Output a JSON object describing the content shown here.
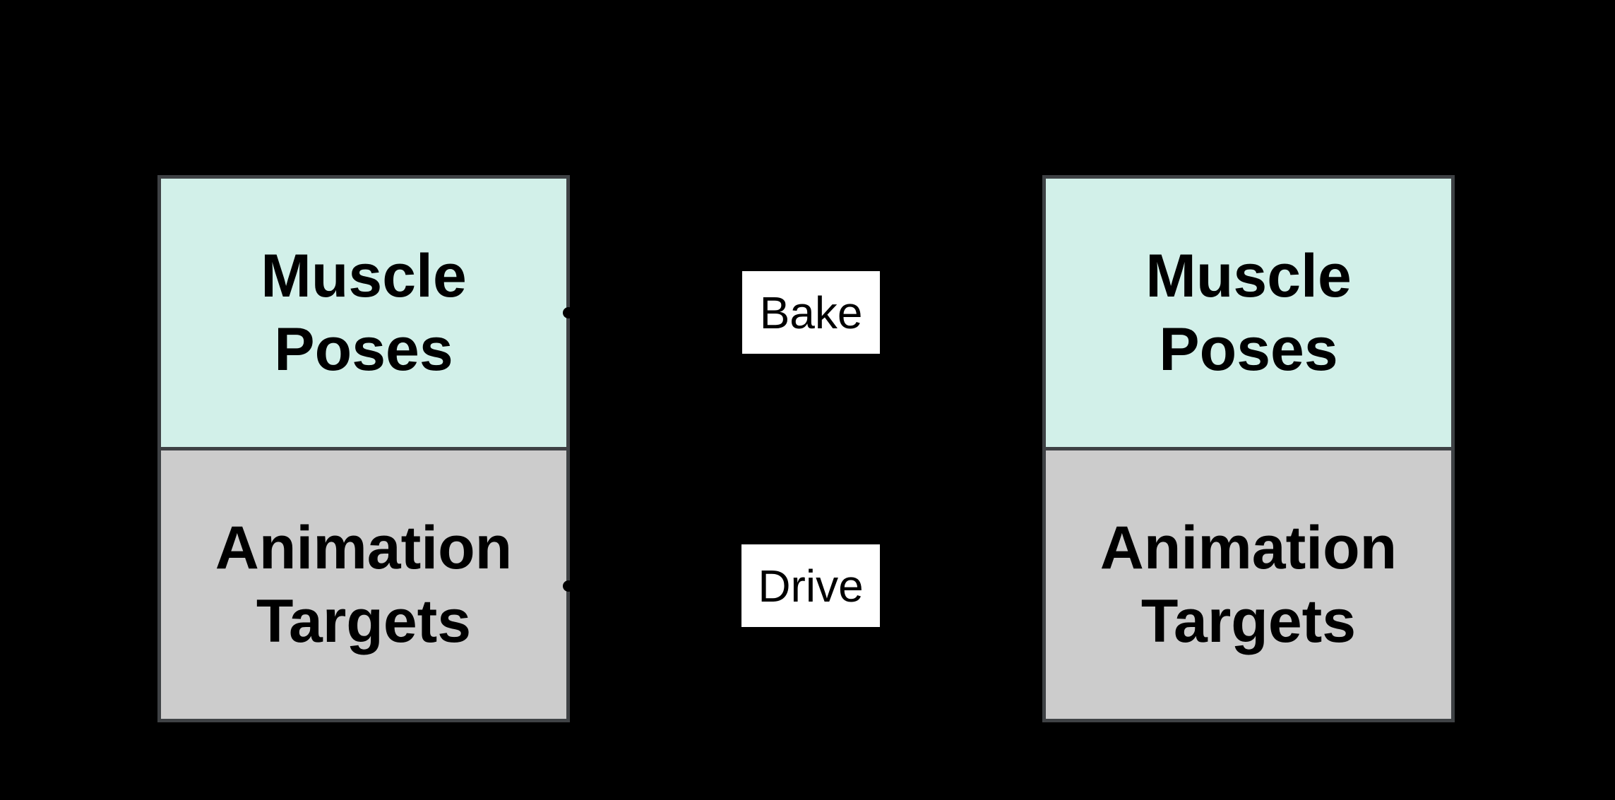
{
  "diagram": {
    "background": "#000000",
    "colors": {
      "box_border": "#3f4245",
      "muscle_poses_fill": "#d2f0e9",
      "animation_targets_fill": "#cccccc",
      "edge_label_bg": "#ffffff",
      "text": "#000000",
      "connector_dot": "#000000"
    },
    "boxes": [
      {
        "name": "left",
        "sections": [
          {
            "label": "Muscle\nPoses"
          },
          {
            "label": "Animation\nTargets"
          }
        ]
      },
      {
        "name": "right",
        "sections": [
          {
            "label": "Muscle\nPoses"
          },
          {
            "label": "Animation\nTargets"
          }
        ]
      }
    ],
    "connectors": [
      {
        "label": "Bake"
      },
      {
        "label": "Drive"
      }
    ]
  }
}
